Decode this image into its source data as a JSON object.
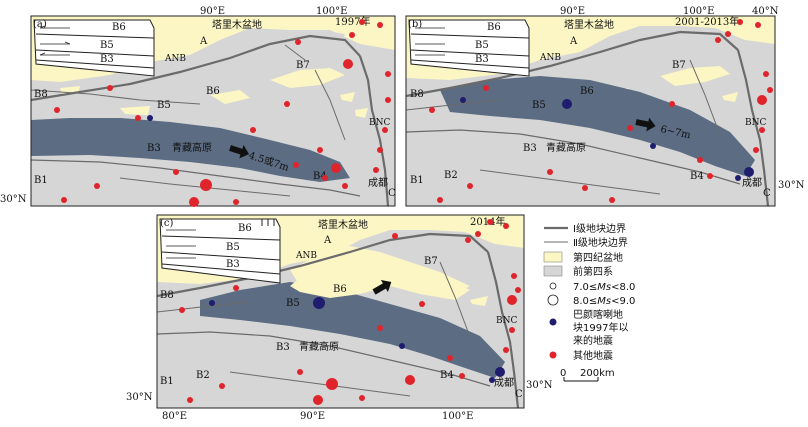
{
  "panels": [
    {
      "label": "(a)",
      "year": "1997年",
      "arrow_label": "4.5或7m"
    },
    {
      "label": "(b)",
      "year": "2001-2013年",
      "arrow_label": "6~7m"
    },
    {
      "label": "(c)",
      "year": "2014年"
    }
  ],
  "places": {
    "tarim": "塔里木盆地",
    "plateau": "青藏高原",
    "chengdu": "成都"
  },
  "blocks": {
    "A": "A",
    "ANB": "ANB",
    "B1": "B1",
    "B2": "B2",
    "B3": "B3",
    "B4": "B4",
    "B5": "B5",
    "B6": "B6",
    "B7": "B7",
    "B8": "B8",
    "BNC": "BNC",
    "C": "C"
  },
  "coords": {
    "lon80": "80°E",
    "lon90": "90°E",
    "lon100": "100°E",
    "lon40": "40°N",
    "lat30": "30°N"
  },
  "legend": {
    "level1": "Ⅰ级地块边界",
    "level2": "Ⅱ级地块边界",
    "quaternary": "第四纪盆地",
    "pre_quaternary": "前第四系",
    "mag7_prefix": "7.0≤",
    "mag8_prefix": "8.0≤",
    "ms": "Ms",
    "mag7_suffix": "<8.0",
    "mag8_suffix": "<9.0",
    "bayan_line1": "巴颜喀喇地",
    "bayan_line2": "块1997年以",
    "bayan_line3": "来的地震",
    "other_quakes": "其他地震",
    "scale_zero": "0",
    "scale_label": "200km"
  },
  "colors": {
    "quaternary": "#fbf6c4",
    "pre_quaternary": "#d6d6d6",
    "bayan_block": "#5b6c83",
    "quake_red": "#e0242b",
    "quake_navy": "#1f1d6e",
    "boundary": "#6b6b6b"
  }
}
